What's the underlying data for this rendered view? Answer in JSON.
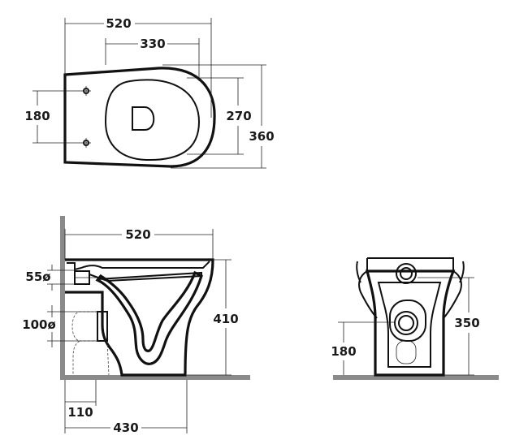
{
  "top_view": {
    "width": "520",
    "inner_width": "330",
    "inner_depth": "270",
    "depth": "360",
    "fixing_spacing": "180"
  },
  "side_view": {
    "width": "520",
    "inlet_diameter": "55ø",
    "outlet_diameter": "100ø",
    "height": "410",
    "outlet_offset": "110",
    "depth_floor": "430"
  },
  "front_view": {
    "outlet_height": "350",
    "fixing_height": "180"
  }
}
